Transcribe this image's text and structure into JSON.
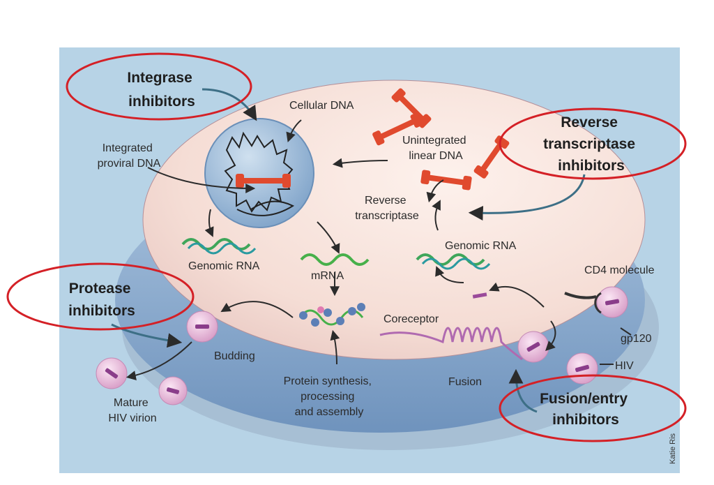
{
  "inhibitors": {
    "integrase": [
      "Integrase",
      "inhibitors"
    ],
    "reverse_transcriptase": [
      "Reverse",
      "transcriptase",
      "inhibitors"
    ],
    "protease": [
      "Protease",
      "inhibitors"
    ],
    "fusion_entry": [
      "Fusion/entry",
      "inhibitors"
    ]
  },
  "labels": {
    "cellular_dna": "Cellular DNA",
    "integrated_proviral_dna": [
      "Integrated",
      "proviral DNA"
    ],
    "unintegrated_linear_dna": [
      "Unintegrated",
      "linear DNA"
    ],
    "reverse_transcriptase": [
      "Reverse",
      "transcriptase"
    ],
    "genomic_rna_left": "Genomic RNA",
    "genomic_rna_right": "Genomic RNA",
    "mrna": "mRNA",
    "cd4_molecule": "CD4 molecule",
    "coreceptor": "Coreceptor",
    "gp120": "gp120",
    "hiv": "HIV",
    "budding": "Budding",
    "fusion": "Fusion",
    "mature_hiv_virion": [
      "Mature",
      "HIV virion"
    ],
    "protein_synthesis": [
      "Protein synthesis,",
      "processing",
      "and assembly"
    ]
  },
  "credit": "Katie Ris",
  "colors": {
    "background_panel": "#b7d3e6",
    "cell_top": "#f6e3dc",
    "cell_rim": "#8fb0d2",
    "nucleus": "#9dbbd8",
    "dna_red": "#e04a2e",
    "highlight_ellipse": "#d42026",
    "virion": "#e7b6d9",
    "rna_green": "#3fa65a",
    "rna_teal": "#2a9aa0",
    "coreceptor": "#b06ab0",
    "arrow": "#2b2b2b"
  }
}
